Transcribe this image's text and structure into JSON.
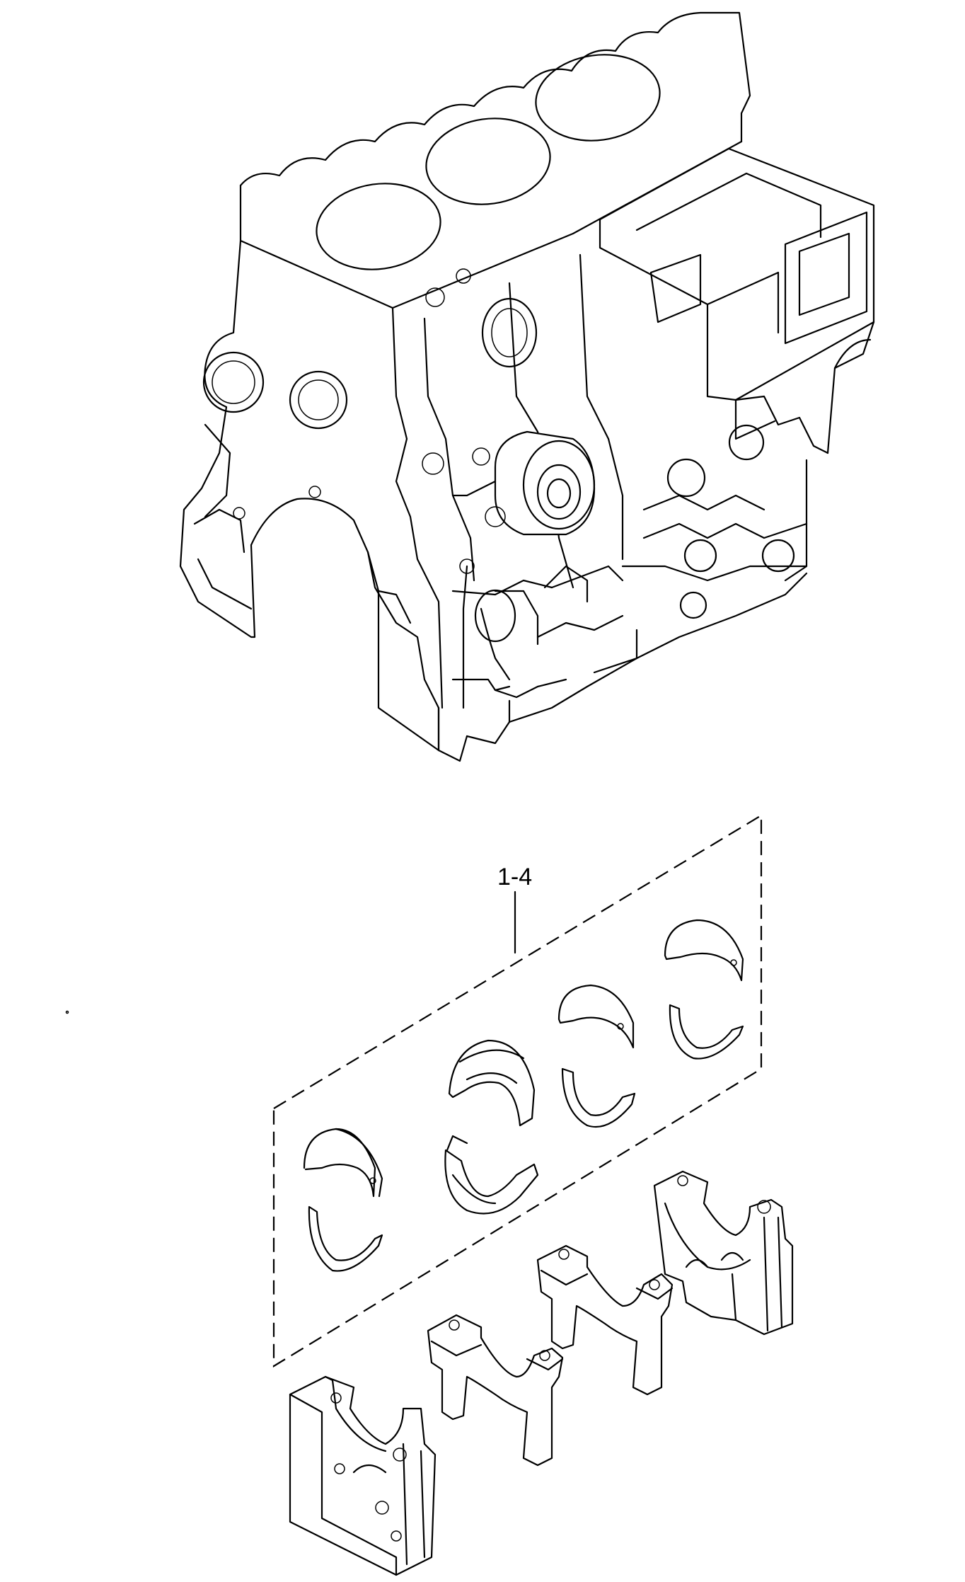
{
  "diagram": {
    "callout_label": "1-4",
    "colors": {
      "line": "#000000",
      "background": "#ffffff"
    },
    "parts": [
      "engine-cylinder-block",
      "main-bearing-shell-set",
      "main-bearing-caps"
    ]
  }
}
